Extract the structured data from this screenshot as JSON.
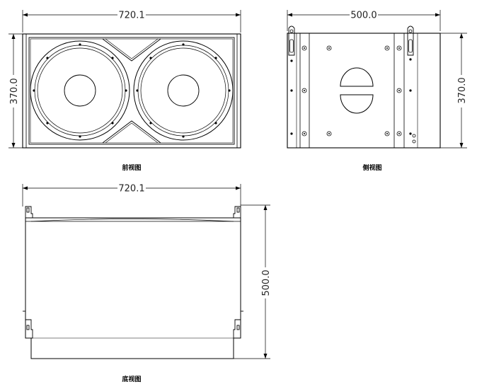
{
  "front_view": {
    "caption": "前视图",
    "width_dim": "720.1",
    "height_dim": "370.0"
  },
  "side_view": {
    "caption": "侧视图",
    "width_dim": "500.0",
    "height_dim": "370.0"
  },
  "bottom_view": {
    "caption": "底视图",
    "width_dim": "720.1",
    "depth_dim": "500.0"
  }
}
